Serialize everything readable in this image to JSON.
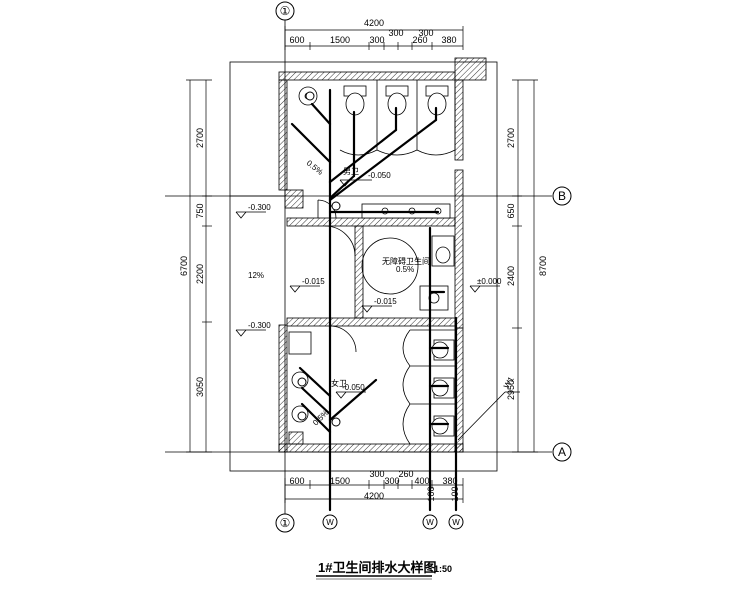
{
  "title": "1#卫生间排水大样图",
  "scale": "1:50",
  "axes": {
    "top_1": "①",
    "bottom_1": "①",
    "b": "B",
    "a": "A"
  },
  "top_dims": {
    "total": "4200",
    "d1": "600",
    "d2": "1500",
    "d3": "300",
    "d4": "300",
    "d5": "260",
    "d6": "300",
    "d7": "380"
  },
  "bottom_dims": {
    "total": "4200",
    "d1": "600",
    "d2": "1500",
    "d3": "300",
    "d4": "300",
    "d5": "260",
    "d6": "400",
    "d7": "380",
    "d8": "100",
    "d9": "100"
  },
  "left_dims": {
    "total": "6700",
    "d1": "2700",
    "d2": "750",
    "d3": "2200",
    "d4": "3050"
  },
  "right_dims": {
    "total": "8700",
    "d1": "2700",
    "d2": "650",
    "d3": "2400",
    "d4": "2950"
  },
  "levels": {
    "l1": "-0.300",
    "l2": "-0.300",
    "l3": "-0.015",
    "l4": "-0.050",
    "l5": "-0.015",
    "l6": "±0.000",
    "l7": "-0.050"
  },
  "slopes": {
    "s1": "0.5%",
    "s2": "0.5%",
    "s3": "0.5%",
    "s4": "12%"
  },
  "room_labels": {
    "men": "男卫",
    "accessible": "无障碍卫生间",
    "women": "女卫"
  },
  "pipe_label": "W1",
  "riser_markers": [
    "W",
    "W",
    "W"
  ]
}
